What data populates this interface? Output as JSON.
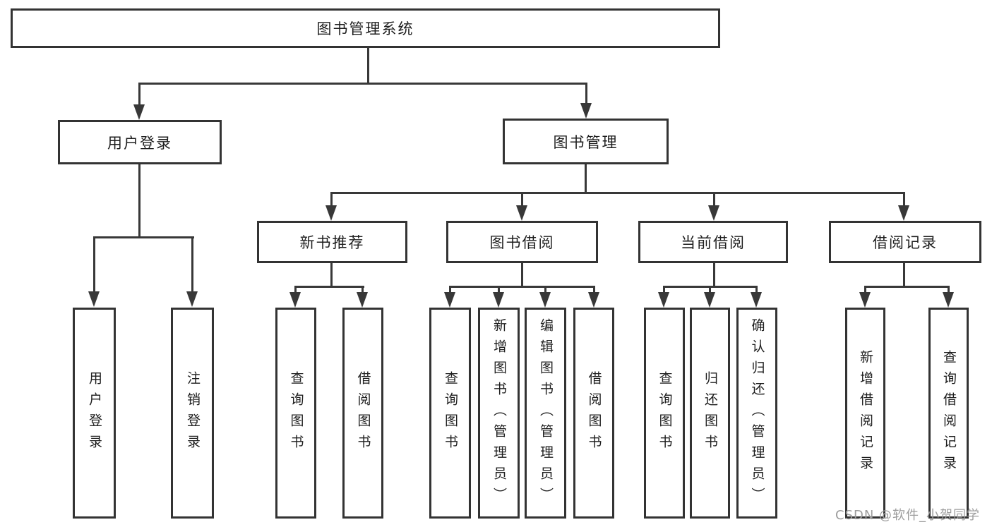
{
  "tree": {
    "label": "图书管理系统",
    "children": [
      {
        "label": "用户登录",
        "children": [
          {
            "label": "用户登录"
          },
          {
            "label": "注销登录"
          }
        ]
      },
      {
        "label": "图书管理",
        "children": [
          {
            "label": "新书推荐",
            "children": [
              {
                "label": "查询图书"
              },
              {
                "label": "借阅图书"
              }
            ]
          },
          {
            "label": "图书借阅",
            "children": [
              {
                "label": "查询图书"
              },
              {
                "label": "新增图书（管理员）"
              },
              {
                "label": "编辑图书（管理员）"
              },
              {
                "label": "借阅图书"
              }
            ]
          },
          {
            "label": "当前借阅",
            "children": [
              {
                "label": "查询图书"
              },
              {
                "label": "归还图书"
              },
              {
                "label": "确认归还（管理员）"
              }
            ]
          },
          {
            "label": "借阅记录",
            "children": [
              {
                "label": "新增借阅记录"
              },
              {
                "label": "查询借阅记录"
              }
            ]
          }
        ]
      }
    ]
  },
  "watermark": {
    "text": "CSDN @软件_小贺同学"
  },
  "colors": {
    "line": "#383838",
    "border": "#333333",
    "text": "#1e1e1e",
    "watermark": "#9d9d9d",
    "background": "#ffffff"
  }
}
